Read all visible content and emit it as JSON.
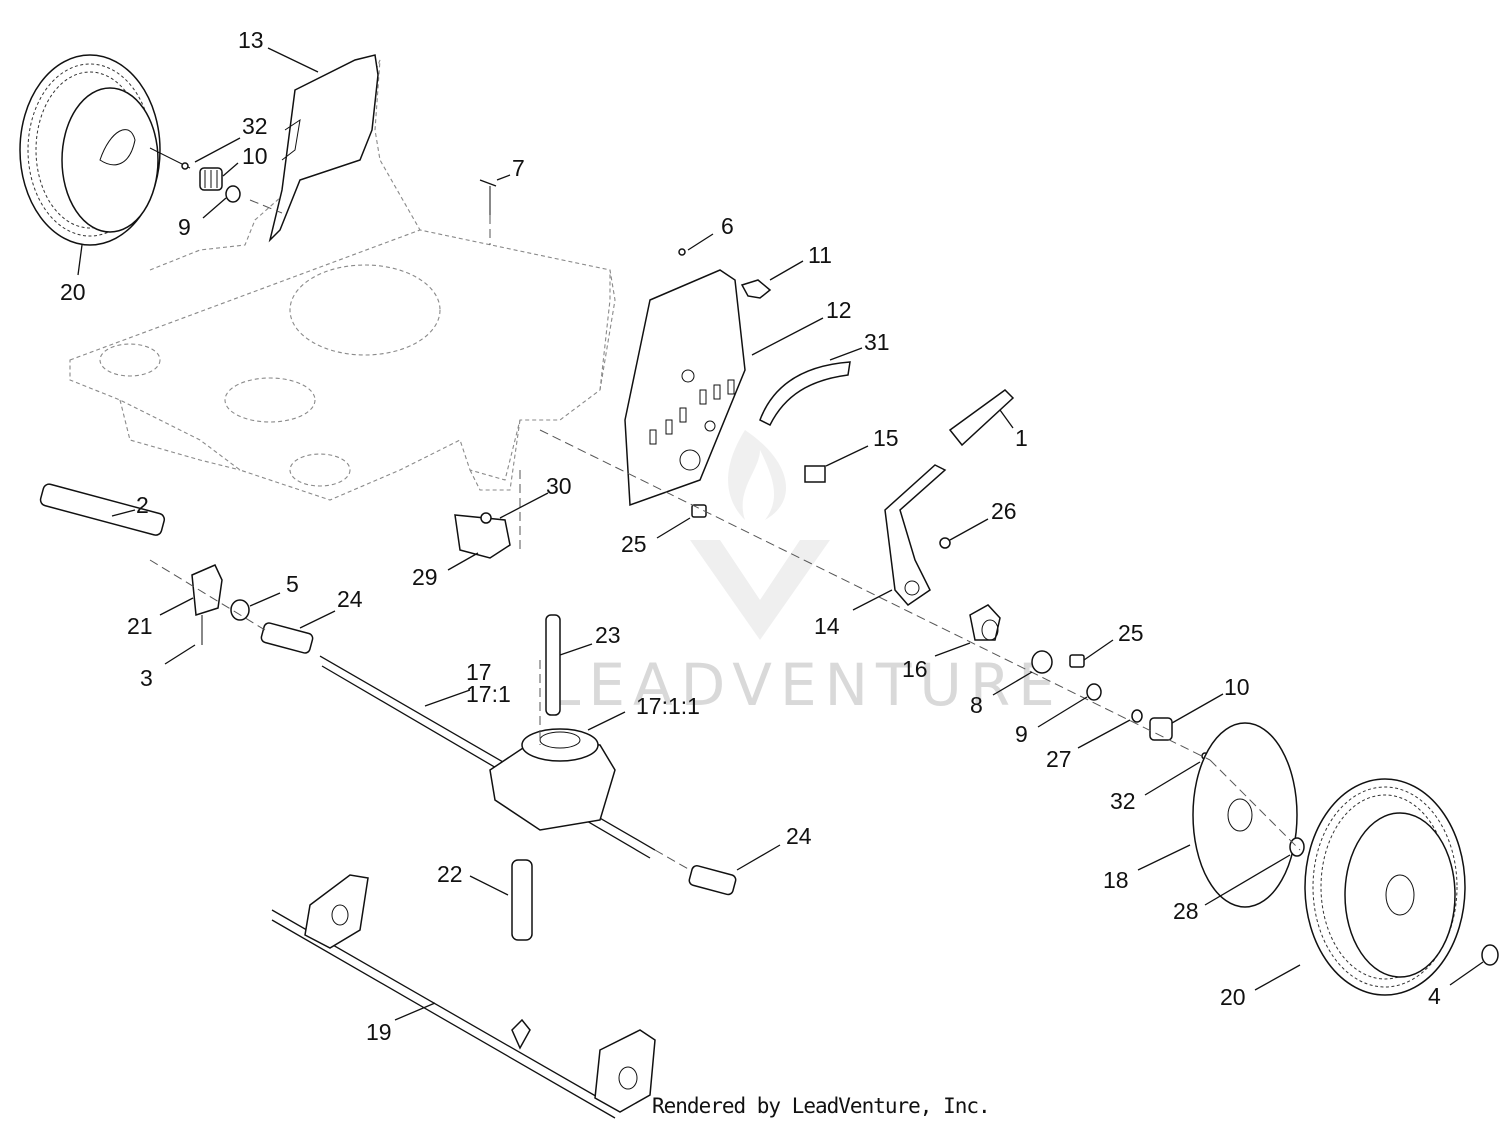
{
  "diagram": {
    "callouts": [
      "1",
      "2",
      "3",
      "4",
      "5",
      "6",
      "7",
      "8",
      "9",
      "9",
      "10",
      "10",
      "11",
      "12",
      "13",
      "14",
      "15",
      "16",
      "17",
      "17:1",
      "17:1:1",
      "18",
      "19",
      "20",
      "20",
      "21",
      "22",
      "23",
      "24",
      "24",
      "25",
      "25",
      "26",
      "27",
      "28",
      "29",
      "30",
      "31",
      "32",
      "32"
    ]
  },
  "watermark": {
    "text": "LEADVENTURE"
  },
  "footer": {
    "credit": "Rendered by LeadVenture, Inc."
  },
  "colors": {
    "line": "#111111",
    "frame_ghost": "#8a8a8a",
    "watermark": "#d9d9d9"
  }
}
